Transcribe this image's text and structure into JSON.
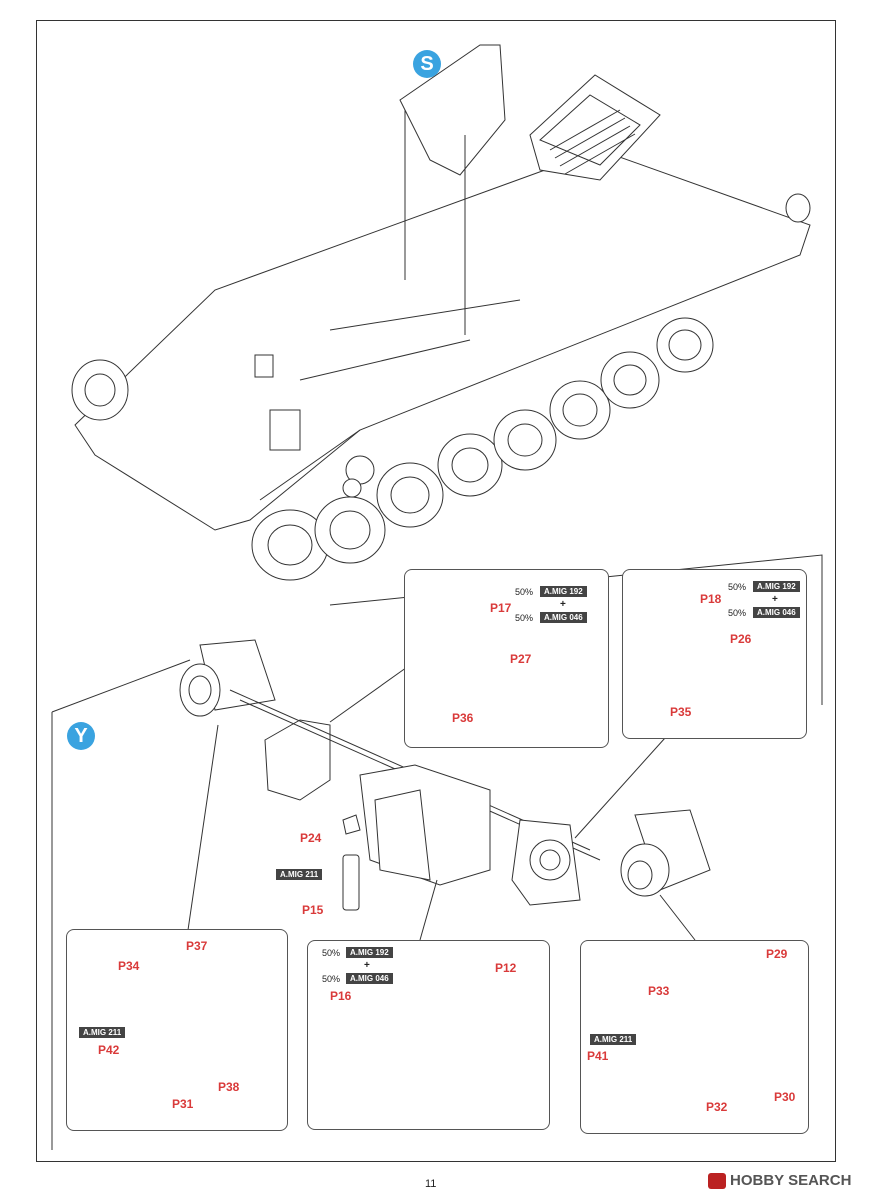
{
  "steps": {
    "s": "S",
    "y": "Y"
  },
  "mix_a": {
    "pct1": "50%",
    "paint1": "A.MIG 192",
    "plus": "+",
    "pct2": "50%",
    "paint2": "A.MIG 046"
  },
  "mix_b": {
    "pct1": "50%",
    "paint1": "A.MIG 192",
    "plus": "+",
    "pct2": "50%",
    "paint2": "A.MIG 046"
  },
  "mix_c": {
    "pct1": "50%",
    "paint1": "A.MIG 192",
    "plus": "+",
    "pct2": "50%",
    "paint2": "A.MIG 046"
  },
  "paint_211": "A.MIG 211",
  "parts": {
    "p17": "P17",
    "p27": "P27",
    "p36": "P36",
    "p18": "P18",
    "p26": "P26",
    "p35": "P35",
    "p24": "P24",
    "p15": "P15",
    "p37": "P37",
    "p34": "P34",
    "p42": "P42",
    "p31": "P31",
    "p38": "P38",
    "p16": "P16",
    "p12": "P12",
    "p29": "P29",
    "p33": "P33",
    "p41": "P41",
    "p32": "P32",
    "p30": "P30"
  },
  "page_number": "11",
  "watermark": "HOBBY SEARCH",
  "colors": {
    "badge": "#3aa3e0",
    "part_label": "#d93a3a",
    "paint_chip": "#444444"
  }
}
